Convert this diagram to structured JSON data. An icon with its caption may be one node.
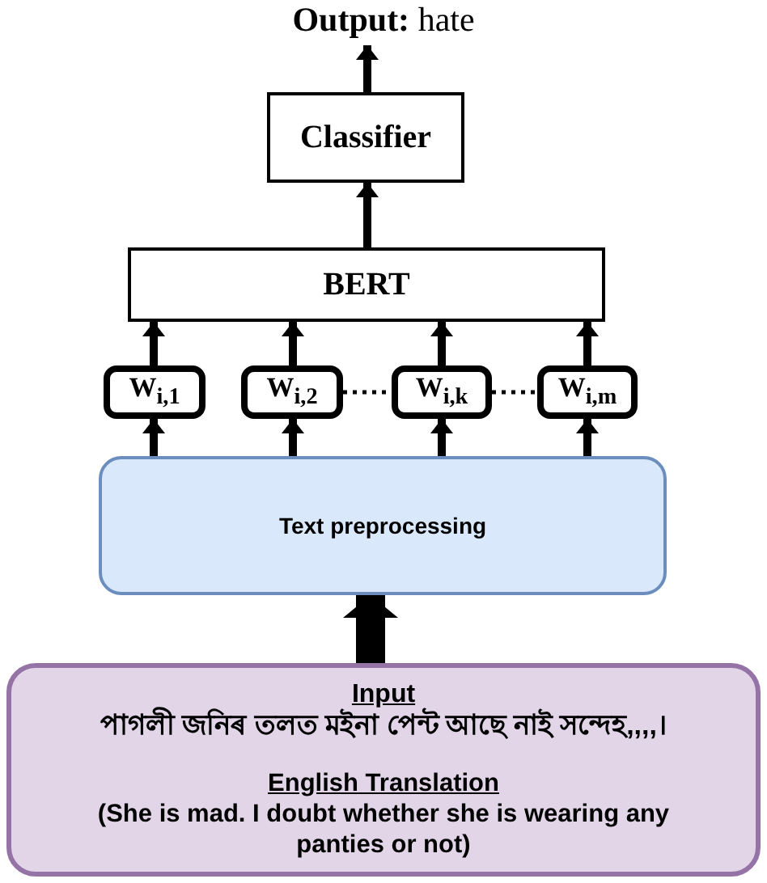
{
  "diagram": {
    "nodes": [
      {
        "text": [
          "**Output:** hate"
        ]
      },
      {
        "text": [
          "Classifier"
        ]
      },
      {
        "text": [
          "BERT"
        ]
      },
      {
        "text": [
          "W$_{i,1}$"
        ]
      },
      {
        "text": [
          "W$_{i,2}$"
        ]
      },
      {
        "text": [
          "W$_{i,k}$"
        ]
      },
      {
        "text": [
          "W$_{i,m}$"
        ]
      },
      {
        "text": [
          "Text preprocessing"
        ]
      },
      {
        "text": [
          "Input",
          "পাগলী জনিৰ তলত মইনা পেন্ট আছে নাই সন্দেহ,,,,।",
          "English Translation",
          "(She is mad. I doubt whether she is wearing any panties or not)"
        ]
      }
    ],
    "edges": [
      {
        "from": 1,
        "to": 0,
        "arrow": "to"
      },
      {
        "from": 2,
        "to": 1,
        "arrow": "to"
      },
      {
        "from": 3,
        "to": 2,
        "arrow": "to"
      },
      {
        "from": 4,
        "to": 2,
        "arrow": "to"
      },
      {
        "from": 5,
        "to": 2,
        "arrow": "to"
      },
      {
        "from": 6,
        "to": 2,
        "arrow": "to"
      },
      {
        "from": 7,
        "to": 3,
        "arrow": "to"
      },
      {
        "from": 7,
        "to": 4,
        "arrow": "to"
      },
      {
        "from": 7,
        "to": 5,
        "arrow": "to"
      },
      {
        "from": 7,
        "to": 6,
        "arrow": "to"
      },
      {
        "from": 4,
        "to": 5,
        "arrow": "none",
        "style": "dashed"
      },
      {
        "from": 5,
        "to": 6,
        "arrow": "none",
        "style": "dashed"
      },
      {
        "from": 8,
        "to": 7,
        "arrow": "to",
        "style": "thick"
      }
    ]
  }
}
